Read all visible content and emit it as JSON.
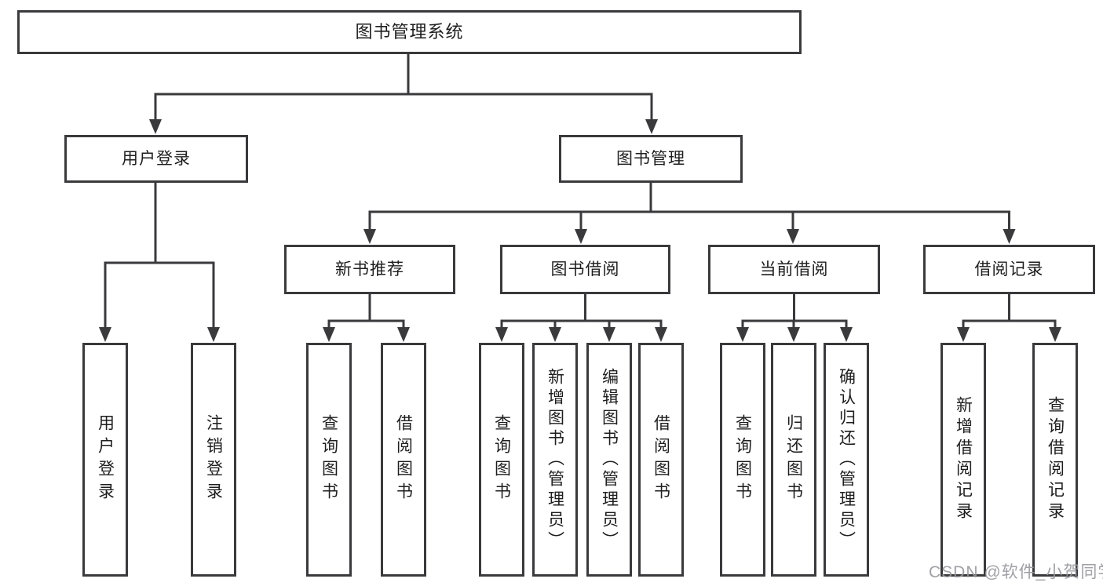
{
  "diagram": {
    "root": {
      "label": "图书管理系统"
    },
    "branches": [
      {
        "label": "用户登录",
        "children": [
          {
            "label": "用户登录"
          },
          {
            "label": "注销登录"
          }
        ]
      },
      {
        "label": "图书管理",
        "groups": [
          {
            "label": "新书推荐",
            "children": [
              {
                "label": "查询图书"
              },
              {
                "label": "借阅图书"
              }
            ]
          },
          {
            "label": "图书借阅",
            "children": [
              {
                "label": "查询图书"
              },
              {
                "label": "新增图书（管理员）"
              },
              {
                "label": "编辑图书（管理员）"
              },
              {
                "label": "借阅图书"
              }
            ]
          },
          {
            "label": "当前借阅",
            "children": [
              {
                "label": "查询图书"
              },
              {
                "label": "归还图书"
              },
              {
                "label": "确认归还（管理员）"
              }
            ]
          },
          {
            "label": "借阅记录",
            "children": [
              {
                "label": "新增借阅记录"
              },
              {
                "label": "查询借阅记录"
              }
            ]
          }
        ]
      }
    ]
  },
  "watermark": {
    "text": "CSDN @软件_小贺同学"
  },
  "colors": {
    "line": "#3a3a3c",
    "box_border": "#3a3a3c",
    "text": "#1e1e1e",
    "watermark": "#98989e",
    "background": "#ffffff"
  }
}
